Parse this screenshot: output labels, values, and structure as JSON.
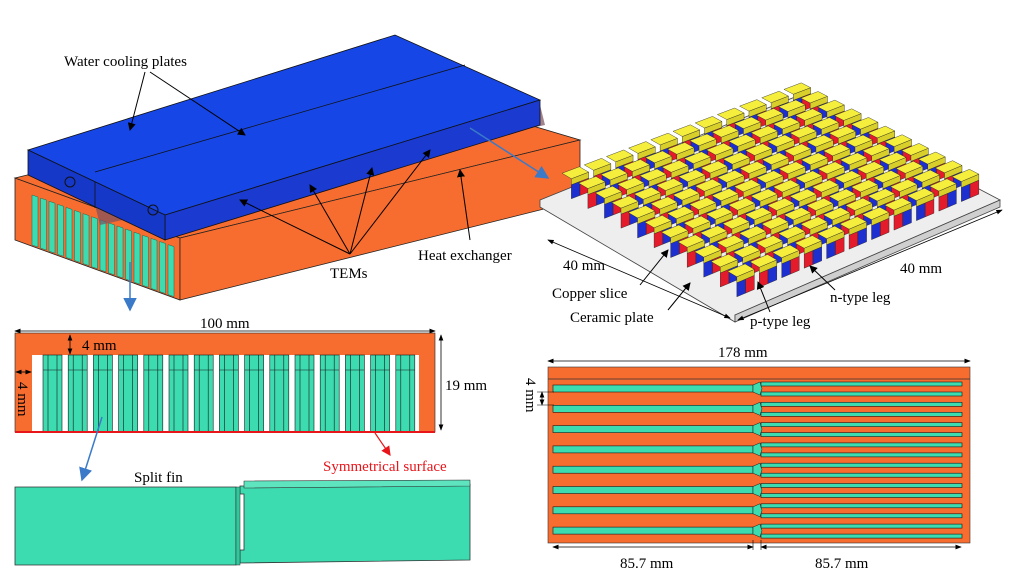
{
  "labels": {
    "water_cooling_plates": "Water cooling plates",
    "heat_exchanger": "Heat exchanger",
    "tems": "TEMs",
    "dim_40_left": "40 mm",
    "dim_40_right": "40 mm",
    "copper_slice": "Copper slice",
    "ceramic_plate": "Ceramic plate",
    "p_type_leg": "p-type leg",
    "n_type_leg": "n-type leg",
    "dim_100": "100 mm",
    "dim_4_top": "4 mm",
    "dim_4_side": "4 mm",
    "dim_19": "19 mm",
    "split_fin": "Split fin",
    "symmetrical_surface": "Symmetrical surface",
    "dim_178": "178 mm",
    "dim_4_right": "4 mm",
    "dim_857_left": "85.7 mm",
    "dim_857_right": "85.7 mm"
  },
  "colors": {
    "orange": "#f76c2f",
    "blue": "#1746e6",
    "green": "#3ddbb0",
    "yellow": "#f5ee3c",
    "red_leg": "#e31b2b",
    "blue_leg": "#1e2fd0",
    "arrow_blue": "#3a7ac8",
    "symmetry_red": "#e8151b"
  }
}
